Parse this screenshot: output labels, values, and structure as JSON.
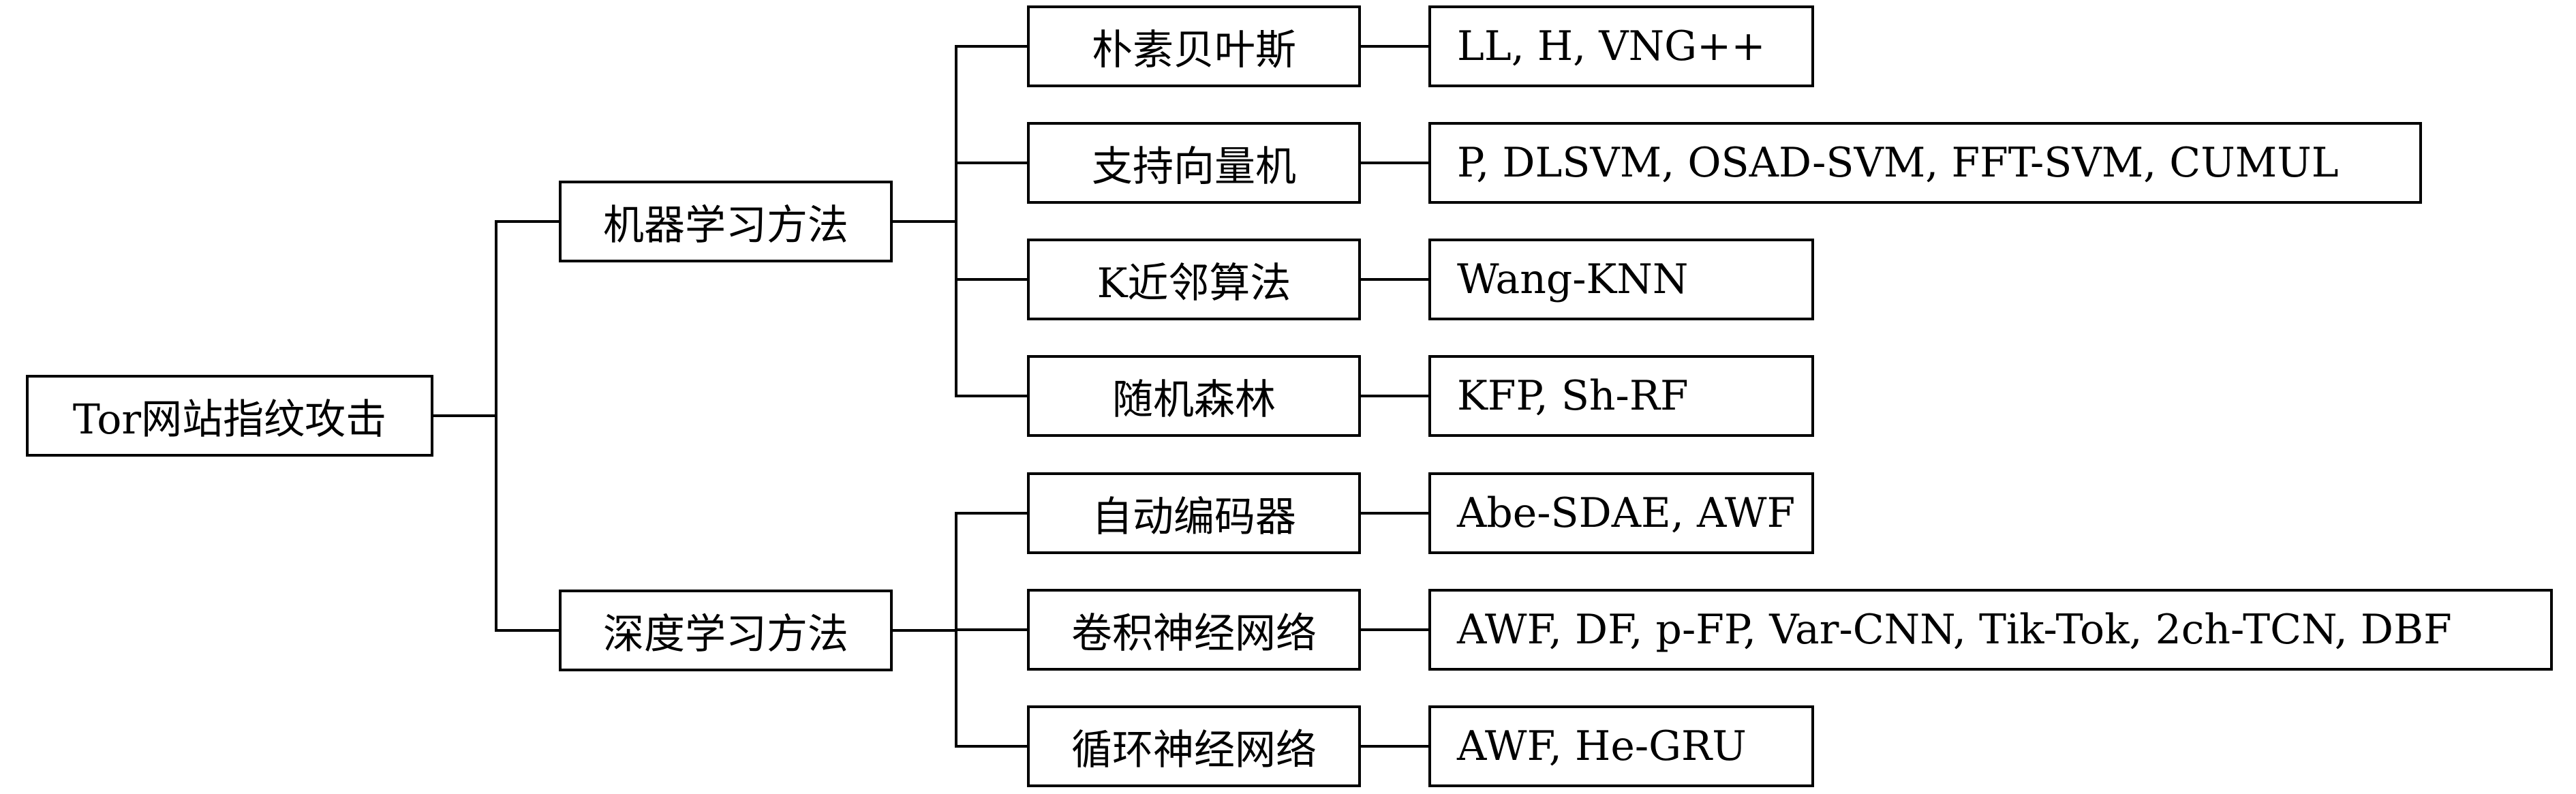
{
  "tree": {
    "root": "Tor网站指纹攻击",
    "branches": [
      {
        "label": "机器学习方法",
        "children": [
          {
            "label": "朴素贝叶斯",
            "methods": "LL, H, VNG++"
          },
          {
            "label": "支持向量机",
            "methods": "P, DLSVM, OSAD-SVM, FFT-SVM, CUMUL"
          },
          {
            "label": "K近邻算法",
            "methods": "Wang-KNN"
          },
          {
            "label": "随机森林",
            "methods": "KFP, Sh-RF"
          }
        ]
      },
      {
        "label": "深度学习方法",
        "children": [
          {
            "label": "自动编码器",
            "methods": "Abe-SDAE, AWF"
          },
          {
            "label": "卷积神经网络",
            "methods": "AWF, DF, p-FP, Var-CNN, Tik-Tok, 2ch-TCN, DBF"
          },
          {
            "label": "循环神经网络",
            "methods": "AWF, He-GRU"
          }
        ]
      }
    ]
  }
}
